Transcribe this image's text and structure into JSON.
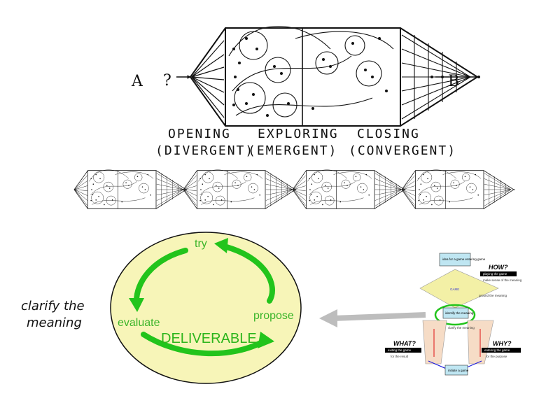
{
  "diagram": {
    "start_label": "A",
    "question_mark": "?",
    "end_label": "B",
    "phases": [
      {
        "name": "OPENING",
        "kind": "(DIVERGENT)"
      },
      {
        "name": "EXPLORING",
        "kind": "(EMERGENT)"
      },
      {
        "name": "CLOSING",
        "kind": "(CONVERGENT)"
      }
    ],
    "repeat_count": 4
  },
  "cycle": {
    "steps": [
      "try",
      "propose",
      "evaluate"
    ],
    "center_label": "DELIVERABLE",
    "fill_color": "#f7f5b8",
    "arrow_color": "#22c41c"
  },
  "caption": {
    "line1": "clarify the",
    "line2": "meaning"
  },
  "game_map": {
    "how_heading": "HOW?",
    "how_sub": "playing the game",
    "how_note": "make sense of the meaning",
    "what_heading": "WHAT?",
    "what_sub": "exiting the game",
    "what_note": "for the result",
    "why_heading": "WHY?",
    "why_sub": "entering the game",
    "why_note": "for the purpose",
    "top_box": "idea for a game entering game",
    "center_box": "identify the meaning",
    "bottom_box": "initiate a game",
    "game_label": "GAME",
    "clarify_note": "clarify the meaning",
    "ground_note": "ground the meaning"
  }
}
